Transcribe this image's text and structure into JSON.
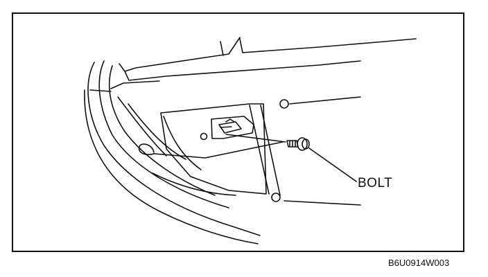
{
  "diagram": {
    "callout_label": "BOLT",
    "figure_code": "B6U0914W003",
    "line_color": "#111111",
    "parts": [
      {
        "name": "hatch-panel-outline"
      },
      {
        "name": "latch"
      },
      {
        "name": "bolt"
      }
    ]
  }
}
